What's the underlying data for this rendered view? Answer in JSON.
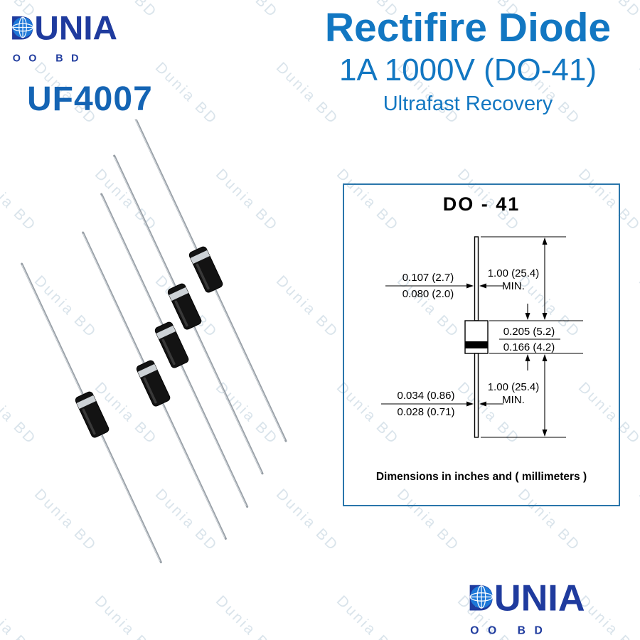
{
  "brand": {
    "name": "DUNIA",
    "sub": "OO BD",
    "logo_blue": "#1f3b9e",
    "globe_blue": "#1d78d8"
  },
  "header": {
    "part_number": "UF4007",
    "part_color": "#1464b4",
    "title": "Rectifire Diode",
    "subtitle": "1A 1000V (DO-41)",
    "subtitle2": "Ultrafast Recovery",
    "accent": "#1277c2"
  },
  "watermark": {
    "text": "Dunia BD",
    "color": "#bccfdc"
  },
  "diagram": {
    "title": "DO - 41",
    "border_color": "#2a76ab",
    "dimensions": {
      "body_diameter": {
        "max": "0.107 (2.7)",
        "min": "0.080 (2.0)"
      },
      "lead_length_top": {
        "value": "1.00 (25.4)",
        "qualifier": "MIN."
      },
      "body_length": {
        "max": "0.205 (5.2)",
        "min": "0.166 (4.2)"
      },
      "lead_length_bottom": {
        "value": "1.00 (25.4)",
        "qualifier": "MIN."
      },
      "lead_diameter": {
        "max": "0.034 (0.86)",
        "min": "0.028 (0.71)"
      }
    },
    "footnote": "Dimensions in inches and ( millimeters )"
  }
}
